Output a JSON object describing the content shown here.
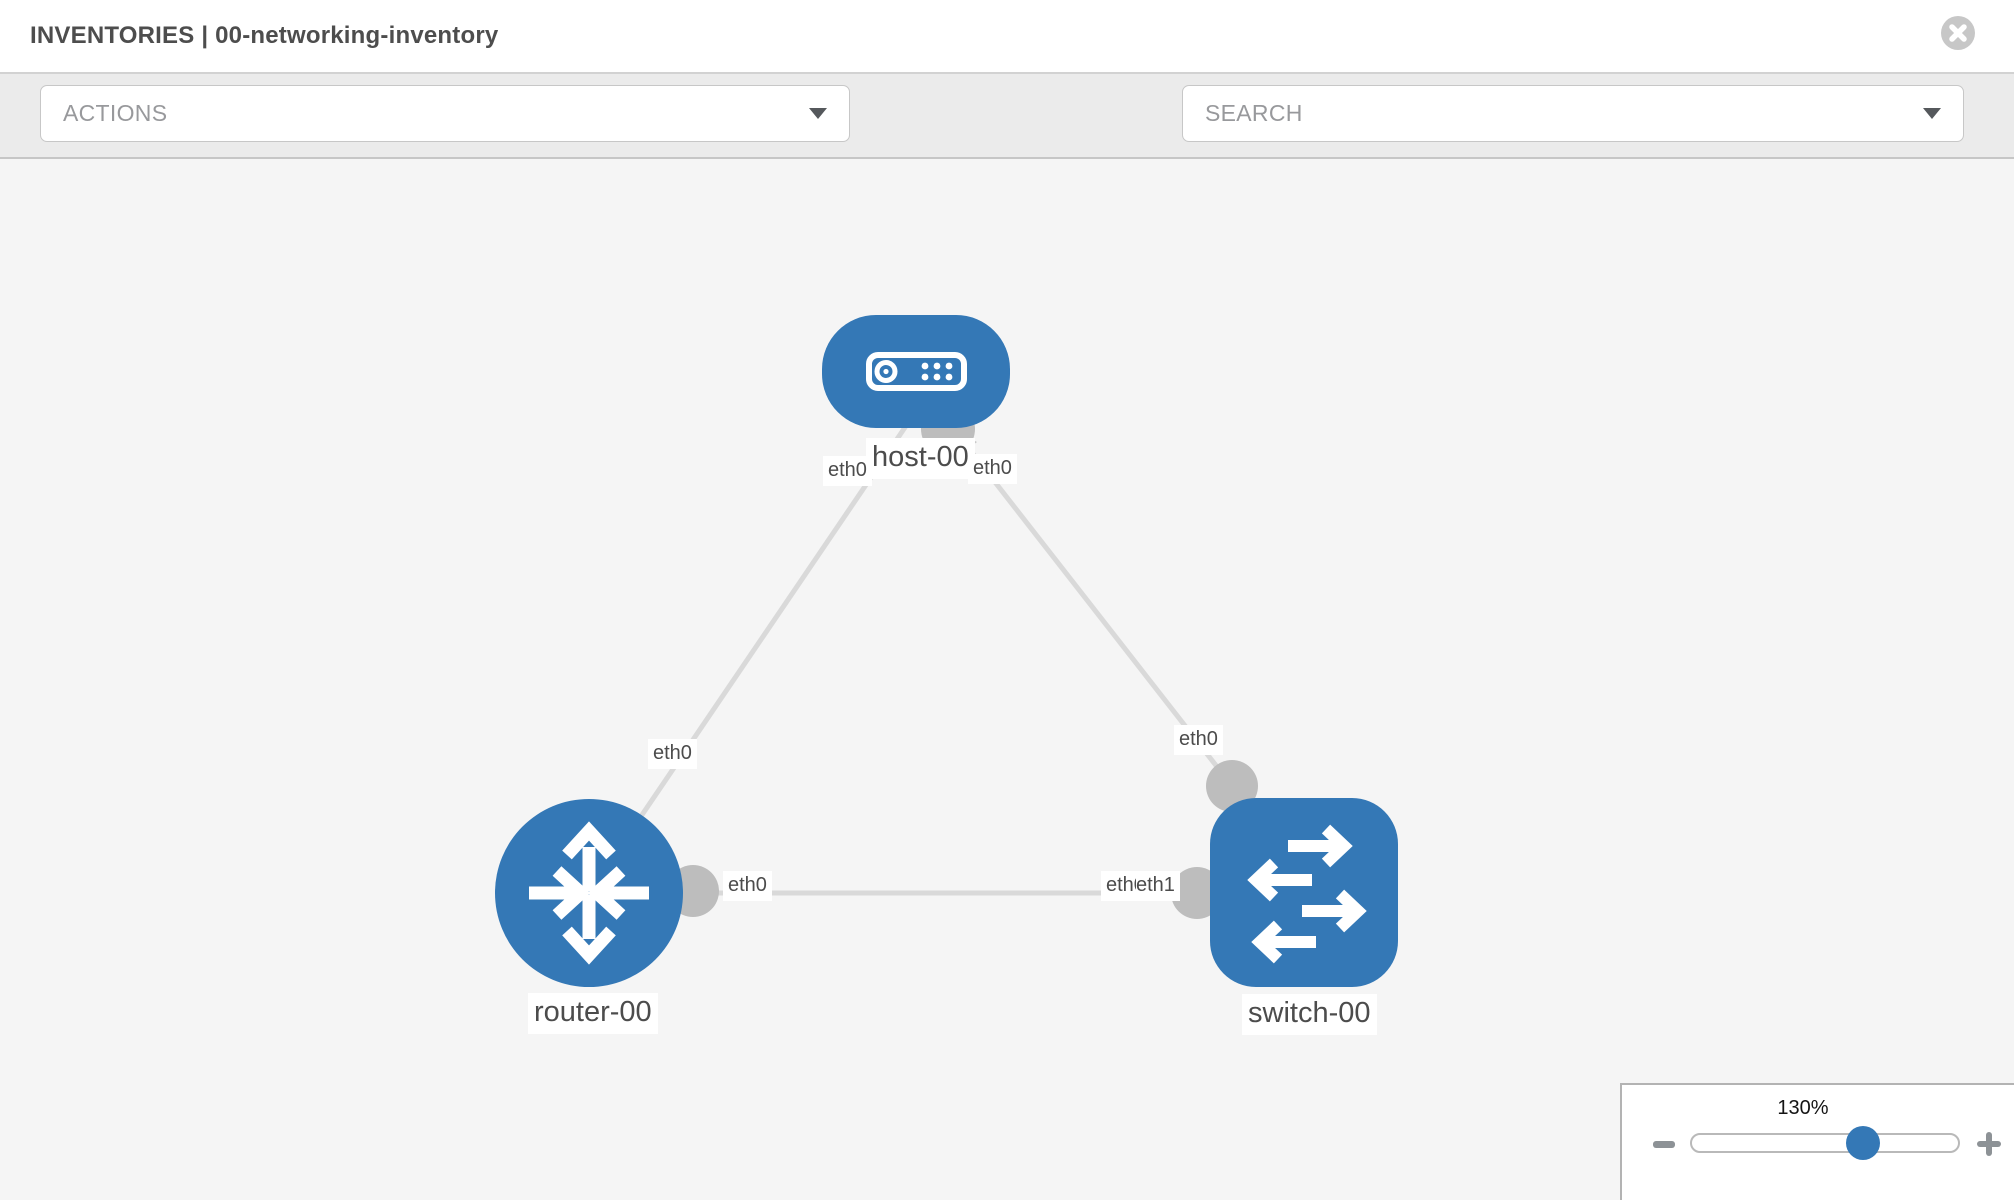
{
  "header": {
    "title": "INVENTORIES | 00-networking-inventory",
    "close_icon": "close-circle"
  },
  "toolbar": {
    "actions_label": "ACTIONS",
    "search_placeholder": "SEARCH",
    "icons": [
      "wrench-icon",
      "key-icon",
      "chevron-down-icon"
    ]
  },
  "topology": {
    "nodes": [
      {
        "name": "host-00",
        "type": "host"
      },
      {
        "name": "router-00",
        "type": "router"
      },
      {
        "name": "switch-00",
        "type": "switch"
      }
    ],
    "links": [
      {
        "source": "host-00",
        "source_interface": "eth0",
        "target": "router-00",
        "target_interface": "eth0"
      },
      {
        "source": "host-00",
        "source_interface": "eth0",
        "target": "switch-00",
        "target_interface": "eth0"
      },
      {
        "source": "router-00",
        "source_interface": "eth0",
        "target": "switch-00",
        "target_interface": "eth1"
      }
    ]
  },
  "labels": {
    "host": "host-00",
    "router": "router-00",
    "switch": "switch-00",
    "host_left_if": "eth0",
    "host_right_if": "eth0",
    "link_host_router_if": "eth0",
    "link_host_switch_if": "eth0",
    "router_right_if": "eth0",
    "switch_left_if_hidden": "eth0",
    "switch_left_if": "eth1"
  },
  "zoom": {
    "percent_label": "130%",
    "value": 130,
    "zoom_out_icon": "minus",
    "zoom_in_icon": "plus"
  },
  "colors": {
    "node_blue": "#3478b6",
    "endpoint_gray": "#bdbdbd",
    "link_gray": "#d9d9d9",
    "canvas_bg": "#f5f5f5",
    "toolbar_bg": "#ebebeb",
    "label_text": "#4c4c4c"
  }
}
